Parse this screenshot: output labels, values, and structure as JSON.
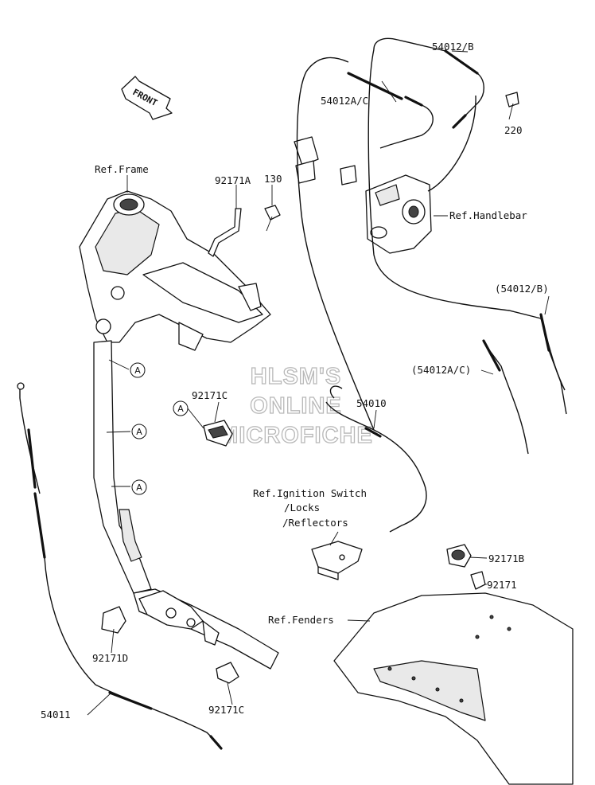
{
  "diagram": {
    "front_arrow_label": "FRONT",
    "watermark": {
      "line1": "HLSM'S",
      "line2": "ONLINE",
      "line3": "MICROFICHE"
    },
    "labels": {
      "ref_frame": "Ref.Frame",
      "p92171a": "92171A",
      "p130": "130",
      "p54012b": "54012/B",
      "p54012ac": "54012A/C",
      "p220": "220",
      "ref_handlebar": "Ref.Handlebar",
      "p54012b_paren": "(54012/B)",
      "p54012ac_paren": "(54012A/C)",
      "p92171c_top": "92171C",
      "p54010": "54010",
      "ref_ignition_1": "Ref.Ignition Switch",
      "ref_ignition_2": "/Locks",
      "ref_ignition_3": "/Reflectors",
      "p92171b": "92171B",
      "p92171": "92171",
      "ref_fenders": "Ref.Fenders",
      "p92171d": "92171D",
      "p54011": "54011",
      "p92171c_bottom": "92171C"
    },
    "callout_letter": "A"
  }
}
